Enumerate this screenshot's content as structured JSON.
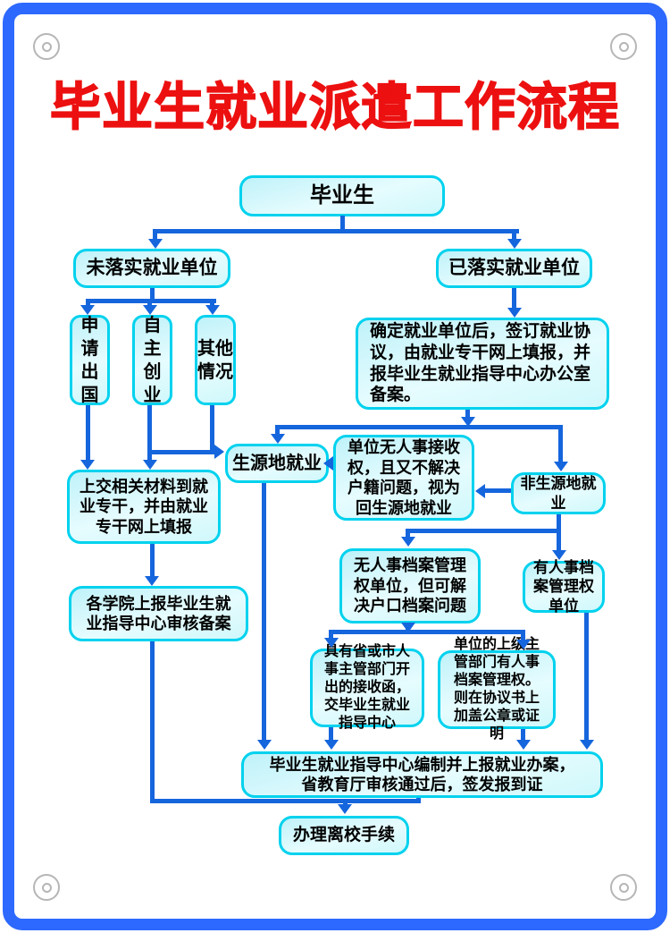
{
  "title": "毕业生就业派遣工作流程",
  "colors": {
    "frame_blue": "#2d69ff",
    "arrow_blue": "#1565dd",
    "box_border_cyan": "#00d2ee",
    "box_fill_cyan": "#cdf6fb",
    "title_red": "#ec1010"
  },
  "nodes": {
    "graduate": {
      "label": "毕业生"
    },
    "no_employer": {
      "label": "未落实就业单位"
    },
    "has_employer": {
      "label": "已落实就业单位"
    },
    "abroad": {
      "label": "申请出国"
    },
    "startup": {
      "label": "自主创业"
    },
    "other": {
      "label": "其他情况"
    },
    "confirm": {
      "label": "确定就业单位后，签订就业协议，由就业专干网上填报，并报毕业生就业指导中心办公室备案。"
    },
    "origin_place": {
      "label": "生源地就业"
    },
    "no_hr_accept": {
      "label": "单位无人事接收权，且又不解决户籍问题，视为回生源地就业"
    },
    "non_origin": {
      "label": "非生源地就业"
    },
    "submit_materials": {
      "label": "上交相关材料到就业专干，并由就业专干网上填报"
    },
    "no_archive_right": {
      "label": "无人事档案管理权单位，但可解决户口档案问题"
    },
    "has_archive_right": {
      "label": "有人事档案管理权单位"
    },
    "college_report": {
      "label": "各学院上报毕业生就业指导中心审核备案"
    },
    "acceptance_letter": {
      "label": "具有省或市人事主管部门开出的接收函，交毕业生就业指导中心"
    },
    "superior_dept": {
      "label": "单位的上级主管部门有人事档案管理权。则在协议书上加盖公章或证明"
    },
    "center_issue": {
      "line1": "毕业生就业指导中心编制并上报就业办案，",
      "line2": "省教育厅审核通过后，签发报到证"
    },
    "leave_school": {
      "label": "办理离校手续"
    }
  }
}
